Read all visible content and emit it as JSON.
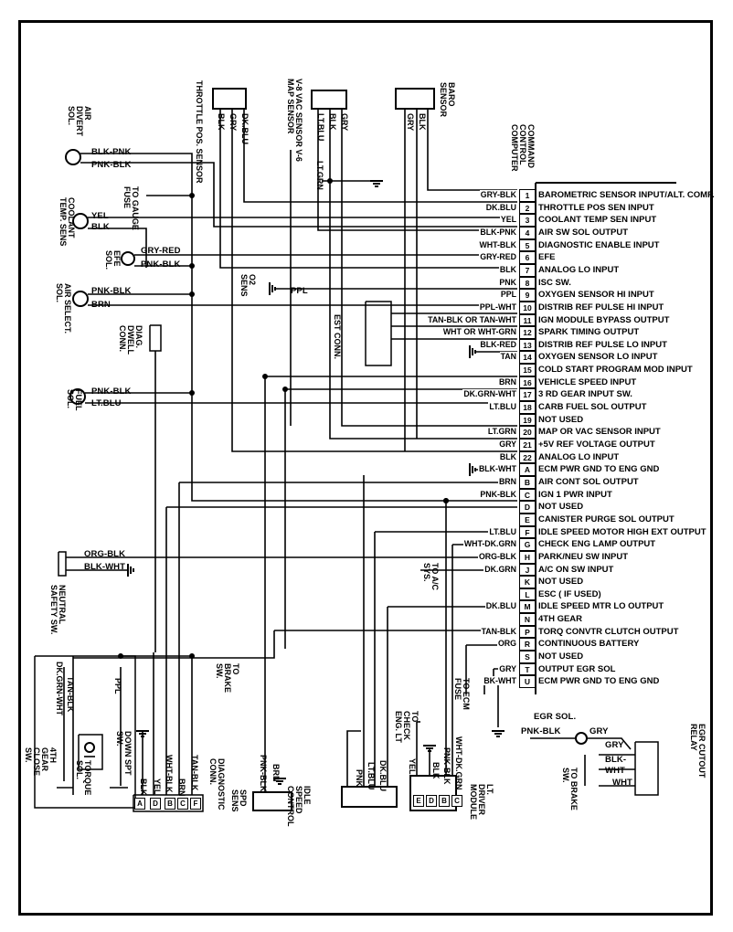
{
  "ecm": {
    "title": "COMMAND CONTROL COMPUTER",
    "pins": [
      {
        "pin": "1",
        "wire": "GRY-BLK",
        "function": "BAROMETRIC SENSOR INPUT/ALT. COMP."
      },
      {
        "pin": "2",
        "wire": "DK.BLU",
        "function": "THROTTLE POS SEN INPUT"
      },
      {
        "pin": "3",
        "wire": "YEL",
        "function": "COOLANT TEMP SEN INPUT"
      },
      {
        "pin": "4",
        "wire": "BLK-PNK",
        "function": "AIR SW SOL OUTPUT"
      },
      {
        "pin": "5",
        "wire": "WHT-BLK",
        "function": "DIAGNOSTIC ENABLE INPUT"
      },
      {
        "pin": "6",
        "wire": "GRY-RED",
        "function": "EFE"
      },
      {
        "pin": "7",
        "wire": "BLK",
        "function": "ANALOG LO INPUT"
      },
      {
        "pin": "8",
        "wire": "PNK",
        "function": "ISC SW."
      },
      {
        "pin": "9",
        "wire": "PPL",
        "function": "OXYGEN SENSOR HI INPUT"
      },
      {
        "pin": "10",
        "wire": "PPL-WHT",
        "function": "DISTRIB REF PULSE HI INPUT"
      },
      {
        "pin": "11",
        "wire": "TAN-BLK OR TAN-WHT",
        "function": "IGN MODULE BYPASS OUTPUT"
      },
      {
        "pin": "12",
        "wire": "WHT OR WHT-GRN",
        "function": "SPARK TIMING OUTPUT"
      },
      {
        "pin": "13",
        "wire": "BLK-RED",
        "function": "DISTRIB REF PULSE LO INPUT"
      },
      {
        "pin": "14",
        "wire": "TAN",
        "function": "OXYGEN SENSOR LO INPUT"
      },
      {
        "pin": "15",
        "wire": "",
        "function": "COLD START PROGRAM MOD INPUT"
      },
      {
        "pin": "16",
        "wire": "BRN",
        "function": "VEHICLE SPEED INPUT"
      },
      {
        "pin": "17",
        "wire": "DK.GRN-WHT",
        "function": "3 RD GEAR INPUT SW."
      },
      {
        "pin": "18",
        "wire": "LT.BLU",
        "function": "CARB FUEL SOL OUTPUT"
      },
      {
        "pin": "19",
        "wire": "",
        "function": "NOT USED"
      },
      {
        "pin": "20",
        "wire": "LT.GRN",
        "function": "MAP OR VAC SENSOR INPUT"
      },
      {
        "pin": "21",
        "wire": "GRY",
        "function": "+5V REF VOLTAGE OUTPUT"
      },
      {
        "pin": "22",
        "wire": "BLK",
        "function": "ANALOG LO INPUT"
      },
      {
        "pin": "A",
        "wire": "BLK-WHT",
        "function": "ECM PWR GND TO ENG GND"
      },
      {
        "pin": "B",
        "wire": "BRN",
        "function": "AIR CONT SOL OUTPUT"
      },
      {
        "pin": "C",
        "wire": "PNK-BLK",
        "function": "IGN 1 PWR INPUT"
      },
      {
        "pin": "D",
        "wire": "",
        "function": "NOT USED"
      },
      {
        "pin": "E",
        "wire": "",
        "function": "CANISTER PURGE SOL OUTPUT"
      },
      {
        "pin": "F",
        "wire": "LT.BLU",
        "function": "IDLE SPEED MOTOR HIGH EXT OUTPUT"
      },
      {
        "pin": "G",
        "wire": "WHT-DK.GRN",
        "function": "CHECK ENG LAMP OUTPUT"
      },
      {
        "pin": "H",
        "wire": "ORG-BLK",
        "function": "PARK/NEU SW INPUT"
      },
      {
        "pin": "J",
        "wire": "DK.GRN",
        "function": "A/C ON SW INPUT"
      },
      {
        "pin": "K",
        "wire": "",
        "function": "NOT USED"
      },
      {
        "pin": "L",
        "wire": "",
        "function": "ESC ( IF USED)"
      },
      {
        "pin": "M",
        "wire": "DK.BLU",
        "function": "IDLE SPEED MTR LO OUTPUT"
      },
      {
        "pin": "N",
        "wire": "",
        "function": "4TH GEAR"
      },
      {
        "pin": "P",
        "wire": "TAN-BLK",
        "function": "TORQ CONVTR CLUTCH OUTPUT"
      },
      {
        "pin": "R",
        "wire": "ORG",
        "function": "CONTINUOUS BATTERY"
      },
      {
        "pin": "S",
        "wire": "",
        "function": "NOT USED"
      },
      {
        "pin": "T",
        "wire": "GRY",
        "function": "OUTPUT EGR SOL"
      },
      {
        "pin": "U",
        "wire": "BK-WHT",
        "function": "ECM PWR GND TO ENG GND"
      }
    ]
  },
  "top_components": {
    "throttle_pos": {
      "name": "THROTTLE POS. SENSOR",
      "wires": [
        "BLK",
        "GRY",
        "DK.BLU"
      ]
    },
    "vac_sensor": {
      "name": "V-8 VAC SENSOR V-6 MAP SENSOR",
      "wires": [
        "LT.BLU",
        "BLK",
        "GRY"
      ]
    },
    "baro_sensor": {
      "name": "BARO SENSOR",
      "wires": [
        "GRY",
        "BLK"
      ]
    },
    "lt_grn": "LT.GRN"
  },
  "left_components": {
    "air_divert": {
      "name": "AIR DIVERT SOL.",
      "wires": [
        "BLK-PNK",
        "PNK-BLK"
      ]
    },
    "gauge_fuse": "TO GAUGE FUSE",
    "coolant": {
      "name": "COOLANT TEMP. SENS",
      "wires": [
        "YEL",
        "BLK"
      ]
    },
    "efe": {
      "name": "EFE SOL.",
      "wires": [
        "GRY-RED",
        "PNK-BLK"
      ]
    },
    "o2": {
      "name": "O2 SENS",
      "wire": "PPL"
    },
    "air_select": {
      "name": "AIR SELECT. SOL.",
      "wires": [
        "PNK-BLK",
        "BRN"
      ]
    },
    "est_conn": "EST CONN.",
    "diag_dwell": "DIAG. DWELL CONN.",
    "fuel_sol": {
      "name": "FUEL SOL.",
      "wires": [
        "PNK-BLK",
        "LT.BLU"
      ]
    },
    "neutral_safety": {
      "name": "NEUTRAL SAFETY SW.",
      "wires": [
        "ORG-BLK",
        "BLK-WHT"
      ]
    },
    "ac_sys": "TO A/C SYS."
  },
  "bottom_components": {
    "gear_close_sw": "4TH GEAR CLOSE SW.",
    "torque_sol": "TORQUE SOL.",
    "down_spt_sw": "DOWN SPT SW.",
    "tan_blk": "TAN-BLK",
    "dk_grn_wht": "DK.GRN-WHT",
    "ppl": "PPL",
    "brake_sw_top": "TO BRAKE SW.",
    "diag_conn": {
      "name": "DIAGNOSTIC CONN.",
      "wires": [
        "BLK",
        "YEL",
        "WHT-BLK",
        "BRN",
        "TAN-BLK"
      ],
      "pins": [
        "A",
        "D",
        "B",
        "C",
        "F"
      ]
    },
    "spd_sens": {
      "name": "SPD SENS",
      "wires": [
        "PNK-BLK",
        "BRN"
      ]
    },
    "idle_speed": {
      "name": "IDLE SPEED CONTROL",
      "wires": [
        "PNK",
        "LT.BLU",
        "DK.BLU"
      ]
    },
    "check_eng": "TO CHECK ENG. LT",
    "lt_driver": {
      "name": "LT. DRIVER MODULE",
      "wires": [
        "YEL",
        "BLK",
        "PNK-BLK",
        "WHT-DK.GRN"
      ],
      "pins": [
        "E",
        "D",
        "B",
        "C"
      ]
    },
    "ecm_fuse": "TO ECM FUSE",
    "egr_sol": {
      "name": "EGR SOL.",
      "wires": [
        "PNK-BLK",
        "GRY"
      ]
    },
    "egr_relay": {
      "name": "EGR CUTOUT RELAY",
      "wires": [
        "GRY",
        "BLK-WHT",
        "WHT"
      ]
    },
    "brake_sw_bottom": "TO BRAKE SW."
  }
}
